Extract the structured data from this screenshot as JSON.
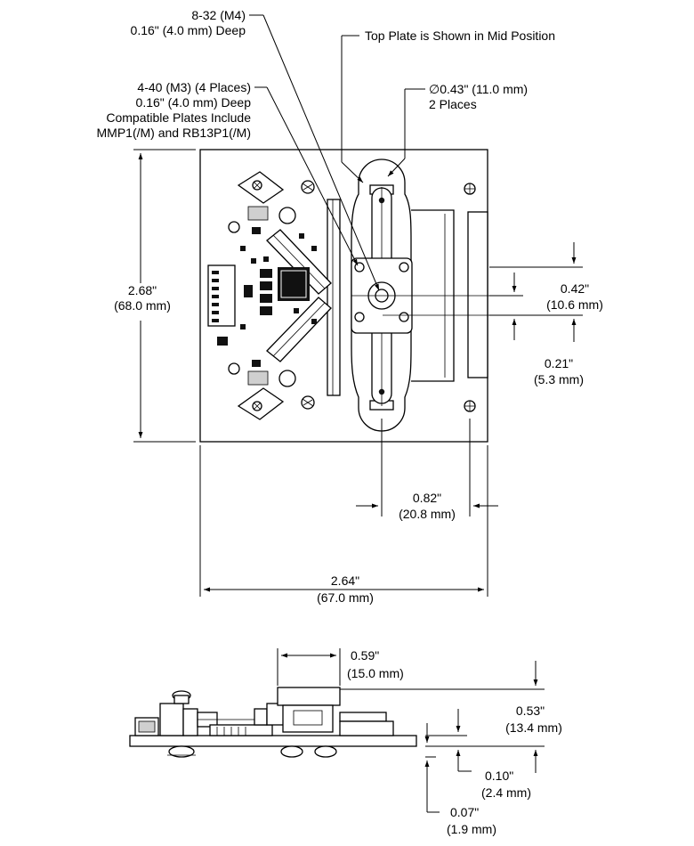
{
  "top_view": {
    "callouts": {
      "tap_832": [
        "8-32 (M4)",
        "0.16\" (4.0 mm) Deep"
      ],
      "tap_440": [
        "4-40 (M3) (4 Places)",
        "0.16\" (4.0 mm) Deep",
        "Compatible Plates Include",
        "MMP1(/M) and RB13P1(/M)"
      ],
      "top_plate_note": "Top Plate is Shown in Mid Position",
      "hole_diameter": [
        "∅0.43\" (11.0 mm)",
        "2 Places"
      ]
    },
    "dimensions": {
      "height": [
        "2.68\"",
        "(68.0 mm)"
      ],
      "width": [
        "2.64\"",
        "(67.0 mm)"
      ],
      "slot_offset": [
        "0.82\"",
        "(20.8 mm)"
      ],
      "vert_a": [
        "0.42\"",
        "(10.6 mm)"
      ],
      "vert_b": [
        "0.21\"",
        "(5.3 mm)"
      ]
    }
  },
  "side_view": {
    "dimensions": {
      "top_width": [
        "0.59\"",
        "(15.0 mm)"
      ],
      "total_height": [
        "0.53\"",
        "(13.4 mm)"
      ],
      "plate_thickness": [
        "0.10\"",
        "(2.4 mm)"
      ],
      "foot_height": [
        "0.07\"",
        "(1.9 mm)"
      ]
    }
  }
}
